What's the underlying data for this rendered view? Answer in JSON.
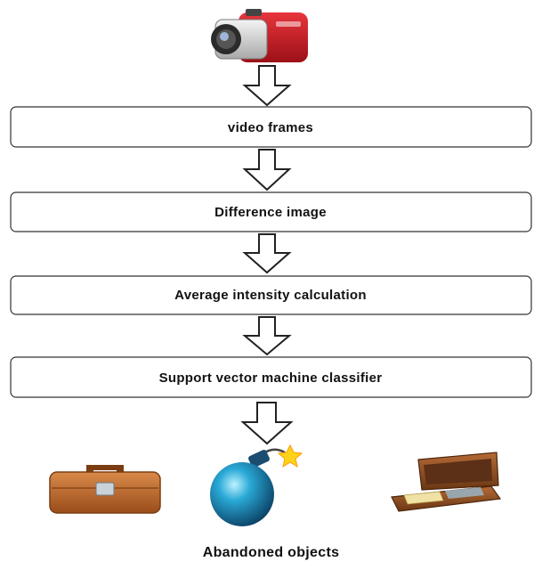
{
  "steps": [
    "video frames",
    "Difference image",
    "Average intensity calculation",
    "Support vector machine classifier"
  ],
  "caption": "Abandoned objects",
  "icons": [
    "video-camera-icon",
    "briefcase-icon",
    "bomb-icon",
    "open-suitcase-icon"
  ],
  "colors": {
    "camera_red": "#c8202a",
    "briefcase_brown": "#c0692a",
    "bomb_blue": "#1f8fb8"
  }
}
